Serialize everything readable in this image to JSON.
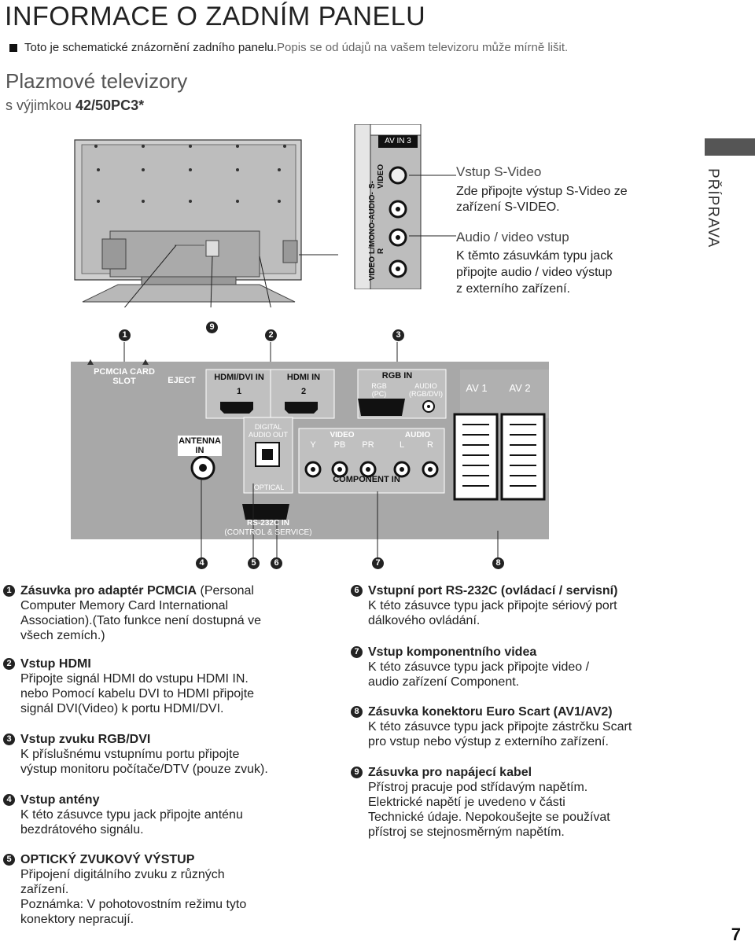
{
  "page": {
    "title": "INFORMACE O  ZADNÍM PANELU",
    "note_part1": "Toto je schematické znázornění zadního panelu.",
    "note_part2": " Popis se od údajů na vašem televizoru může mírně lišit.",
    "subtitle": "Plazmové televizory",
    "exception_prefix": "s výjimkou ",
    "exception_model": "42/50PC3",
    "exception_suffix": "*",
    "side_tab": "PŘÍPRAVA",
    "page_number": "7"
  },
  "side_panel": {
    "header": "AV IN 3",
    "svideo": "S-VIDEO",
    "audio": "L/MONO-AUDIO-R",
    "video": "VIDEO"
  },
  "callouts": {
    "svideo_title": "Vstup S-Video",
    "svideo_text": "Zde připojte výstup S-Video ze zařízení S-VIDEO.",
    "av_title": "Audio / video vstup",
    "av_text_1": "K těmto zásuvkám typu jack",
    "av_text_2": "připojte audio / video výstup",
    "av_text_3": "z  externího zařízení."
  },
  "panel": {
    "pcmcia": "PCMCIA CARD SLOT",
    "eject": "EJECT",
    "hdmi_dvi": "HDMI/DVI IN",
    "hdmi_dvi_num": "1",
    "hdmi": "HDMI IN",
    "hdmi_num": "2",
    "rgb_in": "RGB IN",
    "rgb_pc": "RGB (PC)",
    "audio_rgb": "AUDIO (RGB/DVI)",
    "av1": "AV 1",
    "av2": "AV 2",
    "antenna": "ANTENNA IN",
    "digital_audio": "DIGITAL AUDIO OUT",
    "optical": "OPTICAL",
    "video": "VIDEO",
    "audio": "AUDIO",
    "y": "Y",
    "pb": "PB",
    "pr": "PR",
    "l": "L",
    "r": "R",
    "component": "COMPONENT IN",
    "rs232": "RS-232C IN",
    "control": "(CONTROL & SERVICE)"
  },
  "markers": [
    "1",
    "9",
    "2",
    "3",
    "4",
    "5",
    "6",
    "7",
    "8"
  ],
  "items_left": [
    {
      "num": "1",
      "title": "Zásuvka pro adaptér PCMCIA",
      "title_rest": " (Personal",
      "lines": [
        "Computer Memory Card International",
        "Association).(Tato funkce není dostupná ve",
        "všech zemích.)"
      ]
    },
    {
      "num": "2",
      "title": "Vstup HDMI",
      "title_rest": "",
      "lines": [
        "Připojte signál HDMI do vstupu HDMI IN.",
        "nebo Pomocí kabelu DVI to HDMI připojte",
        "signál DVI(Video) k portu HDMI/DVI."
      ]
    },
    {
      "num": "3",
      "title": "Vstup zvuku RGB/DVI",
      "title_rest": "",
      "lines": [
        "K příslušnému vstupnímu portu připojte",
        "výstup monitoru počítače/DTV (pouze zvuk)."
      ]
    },
    {
      "num": "4",
      "title": "Vstup antény",
      "title_rest": "",
      "lines": [
        "K této zásuvce typu jack připojte anténu",
        "bezdrátového signálu."
      ]
    },
    {
      "num": "5",
      "title": "OPTICKÝ ZVUKOVÝ VÝSTUP",
      "title_rest": "",
      "lines": [
        "Připojení digitálního zvuku z  různých",
        "zařízení.",
        "Poznámka: V  pohotovostním režimu tyto",
        "konektory nepracují."
      ]
    }
  ],
  "items_right": [
    {
      "num": "6",
      "title": "Vstupní port RS-232C (ovládací / servisní)",
      "title_rest": "",
      "lines": [
        "K této zásuvce typu jack připojte sériový port",
        "dálkového ovládání."
      ]
    },
    {
      "num": "7",
      "title": "Vstup komponentního videa",
      "title_rest": "",
      "lines": [
        "K této zásuvce typu jack připojte video /",
        "audio zařízení Component."
      ]
    },
    {
      "num": "8",
      "title": "Zásuvka konektoru Euro Scart (AV1/AV2)",
      "title_rest": "",
      "lines": [
        "K této zásuvce typu jack připojte zástrčku Scart",
        "pro vstup nebo výstup z  externího zařízení."
      ]
    },
    {
      "num": "9",
      "title": "Zásuvka pro napájecí kabel",
      "title_rest": "",
      "lines": [
        "Přístroj pracuje pod střídavým napětím.",
        "Elektrické napětí je uvedeno v části",
        "Technické údaje. Nepokoušejte se používat",
        "přístroj se stejnosměrným napětím."
      ]
    }
  ]
}
